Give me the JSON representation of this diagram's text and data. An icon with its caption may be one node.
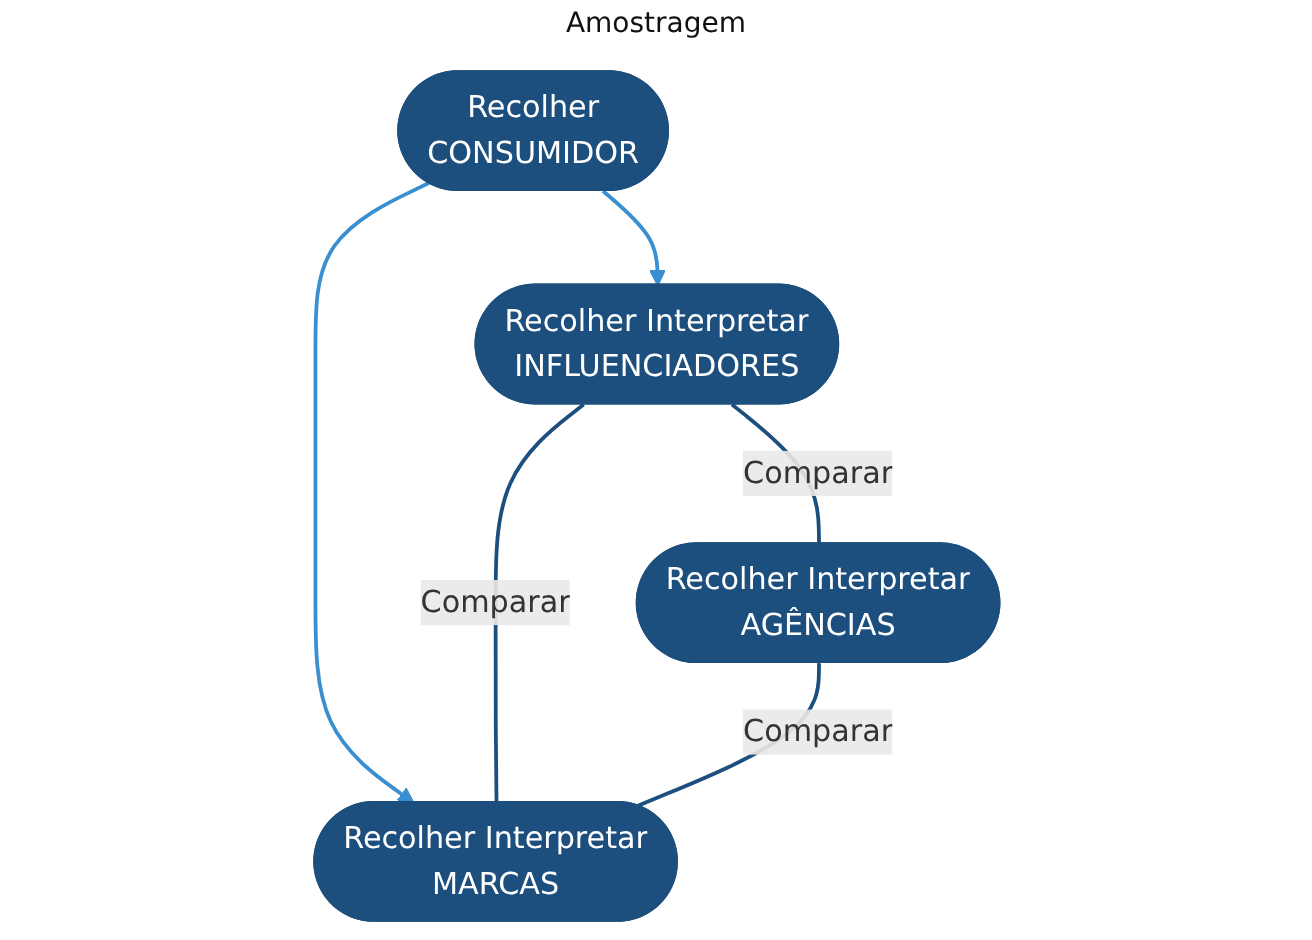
{
  "diagram": {
    "nodes": [
      {
        "text": [
          "Recolher",
          "CONSUMIDOR"
        ]
      },
      {
        "text": [
          "Recolher Interpretar",
          "INFLUENCIADORES"
        ]
      },
      {
        "text": [
          "Recolher Interpretar",
          "MARCAS"
        ]
      },
      {
        "text": [
          "Recolher Interpretar",
          "AGÊNCIAS"
        ]
      }
    ],
    "edges": [
      {
        "from": 0,
        "to": 1,
        "arrow": "to",
        "color": "#3a8fd0"
      },
      {
        "from": 0,
        "to": 2,
        "arrow": "to",
        "color": "#3a8fd0"
      },
      {
        "from": 1,
        "to": 2,
        "arrow": "none",
        "label": "Comparar"
      },
      {
        "from": 1,
        "to": 3,
        "arrow": "none",
        "label": "Comparar"
      },
      {
        "from": 3,
        "to": 2,
        "arrow": "none",
        "label": "Comparar"
      }
    ],
    "labels": [
      "Amostragem"
    ]
  }
}
